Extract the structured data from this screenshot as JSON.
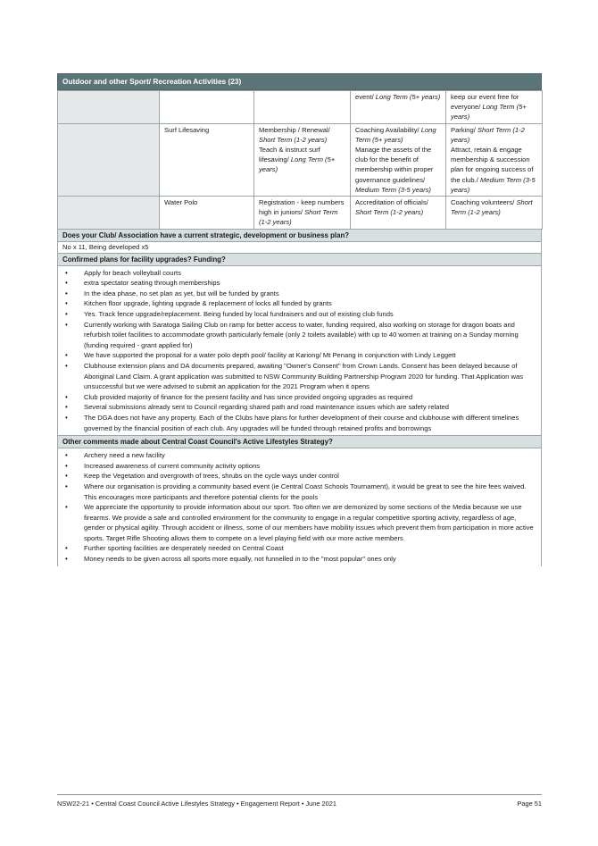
{
  "table": {
    "header": "Outdoor and other Sport/ Recreation Activities (23)",
    "rows": [
      {
        "sport": "",
        "col3": [],
        "col4": [
          [
            "event/ ",
            ""
          ],
          [
            "Long Term (5+ years)",
            "it"
          ]
        ],
        "col5": [
          [
            "keep our event free for everyone/ ",
            ""
          ],
          [
            "Long Term (5+ years)",
            "it"
          ]
        ]
      },
      {
        "sport": "Surf Lifesaving",
        "col3": [
          [
            "Membership / Renewal/ ",
            ""
          ],
          [
            "Short Term (1-2 years)",
            "it"
          ],
          [
            "Teach & instruct surf lifesaving/ ",
            "br"
          ],
          [
            "Long Term (5+ years)",
            "it"
          ]
        ],
        "col4": [
          [
            "Coaching Availability/ ",
            ""
          ],
          [
            "Long Term (5+ years)",
            "it"
          ],
          [
            "Manage the assets of the club for the benefit of membership within proper governance guidelines/ ",
            "br"
          ],
          [
            "Medium Term (3-5 years)",
            "it"
          ]
        ],
        "col5": [
          [
            "Parking/ ",
            ""
          ],
          [
            "Short Term (1-2 years)",
            "it"
          ],
          [
            "Attract, retain & engage membership & succession plan for ongoing success of the club./ ",
            "br"
          ],
          [
            "Medium Term (3-5 years)",
            "it"
          ]
        ]
      },
      {
        "sport": "Water Polo",
        "col3": [
          [
            "Registration - keep numbers high in juniors/ ",
            ""
          ],
          [
            "Short Term (1-2 years)",
            "it"
          ]
        ],
        "col4": [
          [
            "Accreditation of officials/ ",
            ""
          ],
          [
            "Short Term (1-2 years)",
            "it"
          ]
        ],
        "col5": [
          [
            "Coaching volunteers/ ",
            ""
          ],
          [
            "Short Term (1-2 years)",
            "it"
          ]
        ]
      }
    ]
  },
  "plan": {
    "question": "Does your Club/ Association have a current strategic, development or business plan?",
    "answer": "No x 11, Being developed x5"
  },
  "upgrades": {
    "question": "Confirmed plans for facility upgrades? Funding?",
    "items": [
      "Apply for beach volleyball courts",
      "extra spectator seating through memberships",
      "In the idea phase, no set plan as yet, but will be funded by grants",
      "Kitchen floor upgrade, lighting upgrade & replacement of locks all funded by grants",
      "Yes. Track fence upgrade/replacement. Being funded by local fundraisers and out of existing club funds",
      "Currently working with Saratoga Sailing Club on ramp for better access to water, funding required, also working on storage for dragon boats and refurbish toilet facilities to accommodate growth particularly female (only 2 toilets available) with up to 40 women at training on a Sunday morning (funding required - grant applied for)",
      "We have supported the proposal for a water polo depth pool/ facility at Kariong/ Mt Penang in conjunction with Lindy Leggett",
      "Clubhouse extension plans and DA documents prepared, awaiting \"Owner's Consent\" from Crown Lands. Consent has been delayed because of Aboriginal Land Claim. A grant application was submitted to NSW Community Building Partnership Program 2020 for funding. That Application was unsuccessful but we were advised to submit an application for the 2021 Program when it opens",
      "Club provided majority of finance for the present facility and has since provided ongoing upgrades as required",
      "Several submissions already sent to Council regarding shared path and road maintenance issues which are safety related",
      "The DGA does not have any property. Each of the Clubs have plans for further development of their course and clubhouse with different timelines governed by the financial position of each club. Any upgrades will be funded through retained profits and borrowings"
    ]
  },
  "comments": {
    "question": "Other comments made about Central Coast Council's Active Lifestyles Strategy?",
    "items": [
      "Archery need a new facility",
      "Increased awareness of current community activity options",
      "Keep the Vegetation and overgrowth of trees, shrubs on the cycle ways under control",
      "Where our organisation is providing a community based event (ie Central Coast Schools Tournament), it would be great to see the hire fees waived. This encourages more participants and therefore potential clients for the pools",
      "We appreciate the opportunity to provide information about our sport. Too often we are demonized by some sections of the Media because we use firearms. We provide a safe and controlled environment for the community to engage in a regular competitive sporting activity, regardless of age, gender or physical agility. Through accident or illness, some of our members have mobility issues which prevent them from participation in more active sports. Target Rifle Shooting allows them to compete on a level playing field with our more active members",
      "Further sporting facilities are desperately needed on Central Coast",
      "Money needs to be given across all sports more equally, not funnelled in to the \"most popular\" ones only"
    ]
  },
  "footer": {
    "text": "NSW22-21 • Central Coast Council Active Lifestyles Strategy • Engagement Report • June 2021",
    "page": "Page 51"
  }
}
